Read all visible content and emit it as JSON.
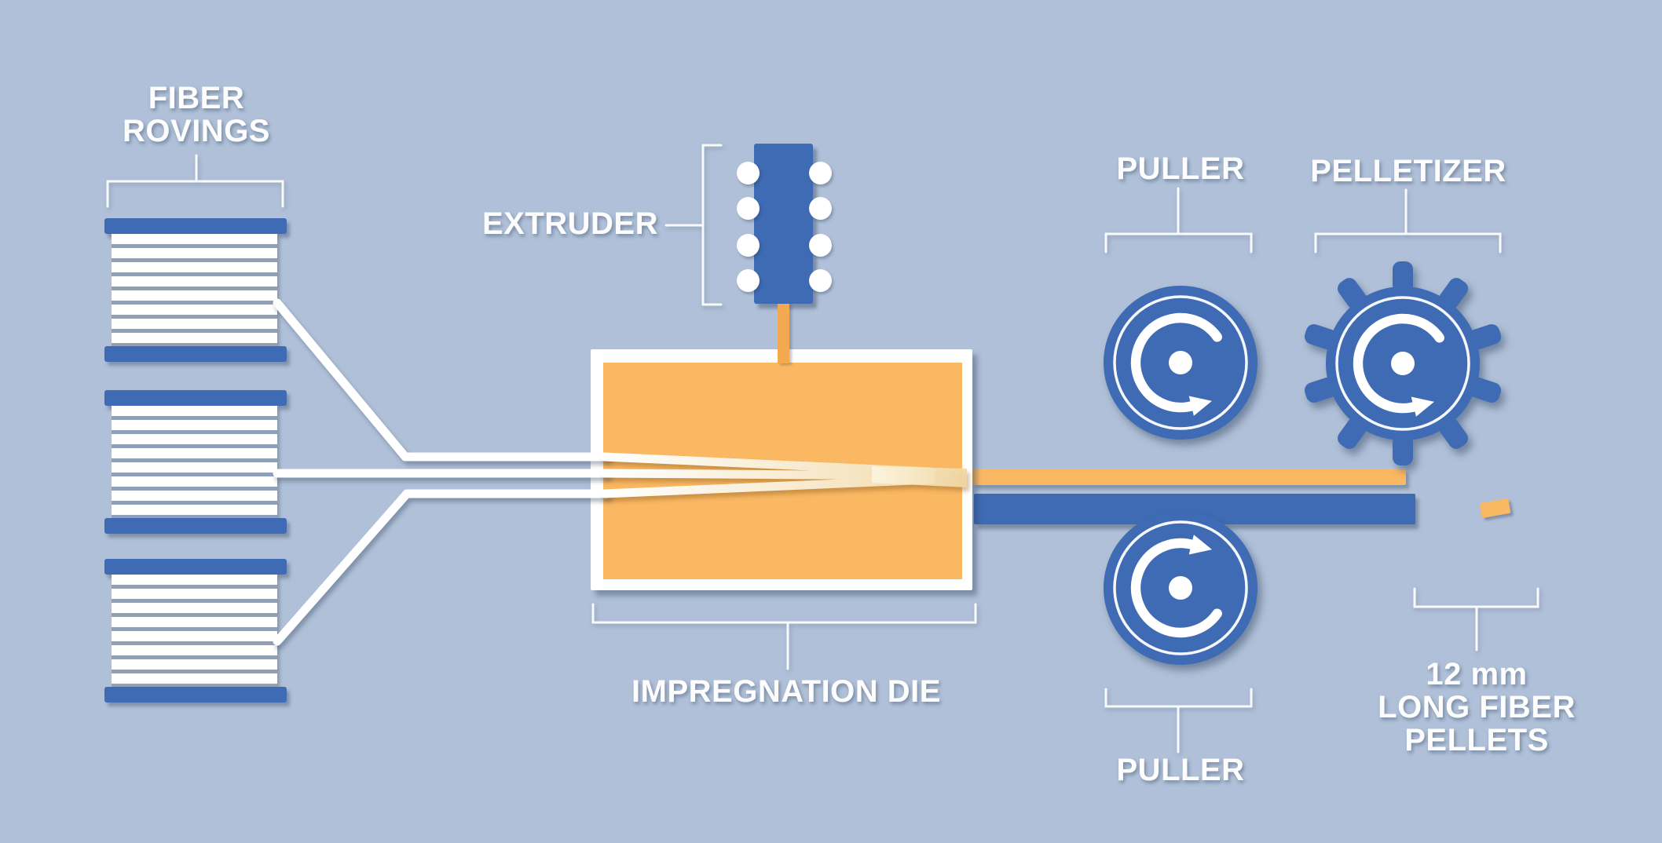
{
  "diagram": {
    "type": "process-flow",
    "subject": "long fiber pellet compounding line",
    "stage_sequence": [
      "FIBER ROVINGS",
      "EXTRUDER",
      "IMPREGNATION DIE",
      "PULLER",
      "PELLETIZER",
      "12 mm LONG FIBER PELLETS"
    ]
  },
  "labels": {
    "fiber_rovings": {
      "line1": "FIBER",
      "line2": "ROVINGS"
    },
    "extruder": "EXTRUDER",
    "puller_top": "PULLER",
    "pelletizer": "PELLETIZER",
    "impregnation_die": "IMPREGNATION DIE",
    "puller_bottom": "PULLER",
    "pellets": {
      "line1": "12 mm",
      "line2": "LONG FIBER",
      "line3": "PELLETS"
    }
  },
  "counts": {
    "fiber_spools": 3,
    "roving_lines": 3,
    "extruder_screw_circles": 8,
    "pullers": 2,
    "pelletizer_teeth": 10
  },
  "colors": {
    "background": "#b0c0d8",
    "blue": "#3e6bb4",
    "orange": "#fbb863",
    "stem_orange": "#f3a94f",
    "white": "#ffffff",
    "stripe_gap": "#8fa0b8"
  }
}
